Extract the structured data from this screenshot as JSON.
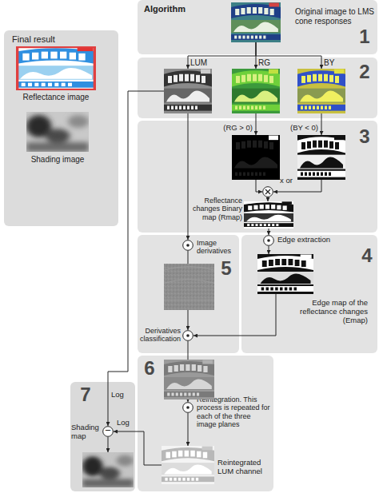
{
  "diagram": {
    "nodes": [
      {
        "text": [
          "Final result"
        ]
      },
      {
        "text": [
          "Reflectance image"
        ],
        "in": 0
      },
      {
        "text": [
          "Shading image"
        ],
        "in": 0
      },
      {
        "text": [
          "Algorithm",
          "1"
        ]
      },
      {
        "text": [
          "Original image to LMS cone responses"
        ],
        "in": 3
      },
      {
        "text": [
          "2"
        ]
      },
      {
        "text": [
          "LUM"
        ],
        "in": 5
      },
      {
        "text": [
          "RG"
        ],
        "in": 5
      },
      {
        "text": [
          "BY"
        ],
        "in": 5
      },
      {
        "text": [
          "3"
        ]
      },
      {
        "text": [
          "(RG > 0)"
        ],
        "in": 9
      },
      {
        "text": [
          "(BY < 0)"
        ],
        "in": 9
      },
      {
        "text": [
          "x or"
        ],
        "in": 9
      },
      {
        "text": [
          "Reflectance changes Binary map (Rmap)"
        ],
        "in": 9
      },
      {
        "text": [
          "4"
        ]
      },
      {
        "text": [
          "Edge extraction"
        ],
        "in": 14
      },
      {
        "text": [
          "Edge map of the reflectance changes (Emap)"
        ],
        "in": 14
      },
      {
        "text": [
          "5"
        ]
      },
      {
        "text": [
          "Image derivatives"
        ],
        "in": 17
      },
      {
        "text": [
          "Derivatives classification"
        ],
        "in": 17
      },
      {
        "text": [
          "6"
        ]
      },
      {
        "text": [
          "Reintegration. This process is repeated for each of the three image planes"
        ],
        "in": 20
      },
      {
        "text": [
          "Reintegrated LUM channel"
        ],
        "in": 20
      },
      {
        "text": [
          "7"
        ]
      },
      {
        "text": [
          "−"
        ],
        "in": 23
      },
      {
        "text": [
          "Shading map"
        ],
        "in": 23
      }
    ],
    "edges": [
      {
        "from": 4,
        "to": 6,
        "arrow": "to"
      },
      {
        "from": 4,
        "to": 7,
        "arrow": "to"
      },
      {
        "from": 4,
        "to": 8,
        "arrow": "to"
      },
      {
        "from": 7,
        "to": 10,
        "arrow": "to"
      },
      {
        "from": 8,
        "to": 11,
        "arrow": "to"
      },
      {
        "from": 10,
        "to": 12,
        "arrow": "to"
      },
      {
        "from": 11,
        "to": 12,
        "arrow": "to"
      },
      {
        "from": 12,
        "to": 13,
        "arrow": "to"
      },
      {
        "from": 13,
        "to": 15,
        "arrow": "to"
      },
      {
        "from": 15,
        "to": 16,
        "arrow": "to"
      },
      {
        "from": 6,
        "to": 18,
        "arrow": "to"
      },
      {
        "from": 18,
        "to": 19,
        "arrow": "to"
      },
      {
        "from": 16,
        "to": 19,
        "arrow": "to"
      },
      {
        "from": 19,
        "to": 21,
        "arrow": "to"
      },
      {
        "from": 21,
        "to": 22,
        "arrow": "to"
      },
      {
        "from": 6,
        "to": 24,
        "label": "Log",
        "arrow": "to"
      },
      {
        "from": 22,
        "to": 24,
        "label": "Log",
        "arrow": "to"
      },
      {
        "from": 24,
        "to": 25,
        "arrow": "to"
      }
    ]
  }
}
